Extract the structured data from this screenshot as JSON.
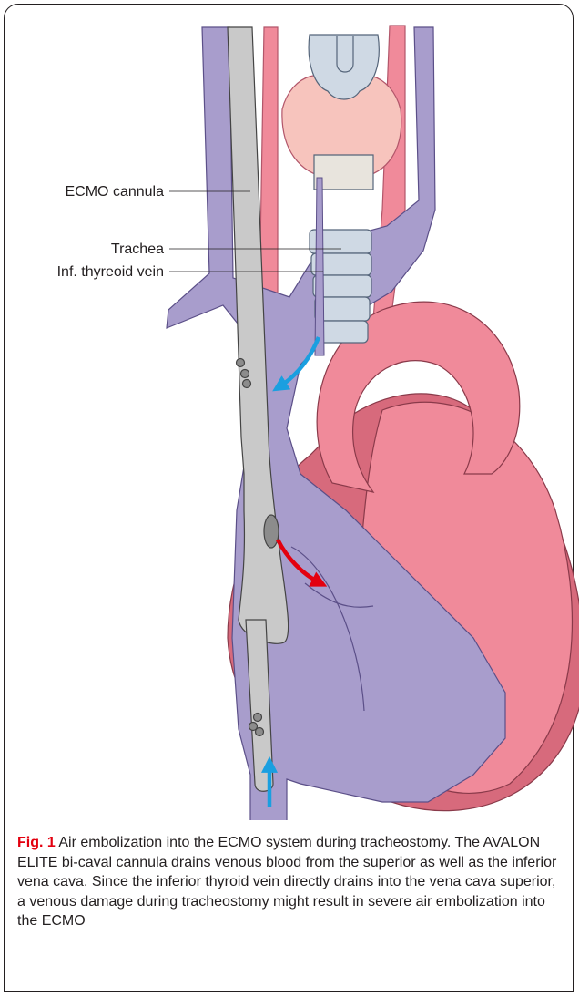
{
  "figure": {
    "labels": {
      "ecmo_cannula": "ECMO cannula",
      "trachea": "Trachea",
      "inf_thyroid_vein": "Inf. thyreoid vein"
    },
    "caption": {
      "label": "Fig. 1",
      "text": "Air embolization into the ECMO system during tracheostomy. The AVALON ELITE bi-caval cannula drains venous blood from the superior as well as the inferior vena cava. Since the inferior thyroid vein directly drains into the vena cava superior, a venous damage during tracheostomy might result in severe air embolization into the ECMO"
    },
    "colors": {
      "vein": "#a89dcc",
      "artery": "#f08a9a",
      "artery_dark": "#d76a7c",
      "cannula": "#c9c9c9",
      "thyroid": "#f7c4bd",
      "larynx": "#cfd9e4",
      "air_bubble": "#8c8c8c",
      "arrow_blue": "#1a9fe0",
      "arrow_red": "#e3000f"
    }
  }
}
